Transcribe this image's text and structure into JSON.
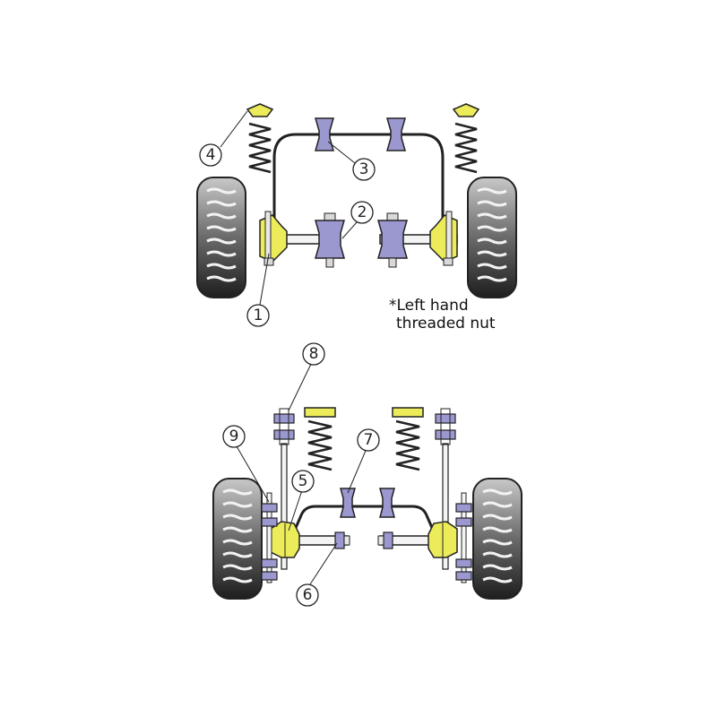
{
  "callouts": {
    "c1": "1",
    "c2": "2",
    "c3": "3",
    "c4": "4",
    "c5": "5",
    "c6": "6",
    "c7": "7",
    "c8": "8",
    "c9": "9"
  },
  "note": {
    "line1": "*Left hand",
    "line2": "threaded nut"
  },
  "colors": {
    "yellow_bush": "#ecec5a",
    "purple_bush": "#9b98d0",
    "outline": "#222222",
    "tyre_dark": "#333333",
    "tyre_light": "#bdbdbd"
  }
}
